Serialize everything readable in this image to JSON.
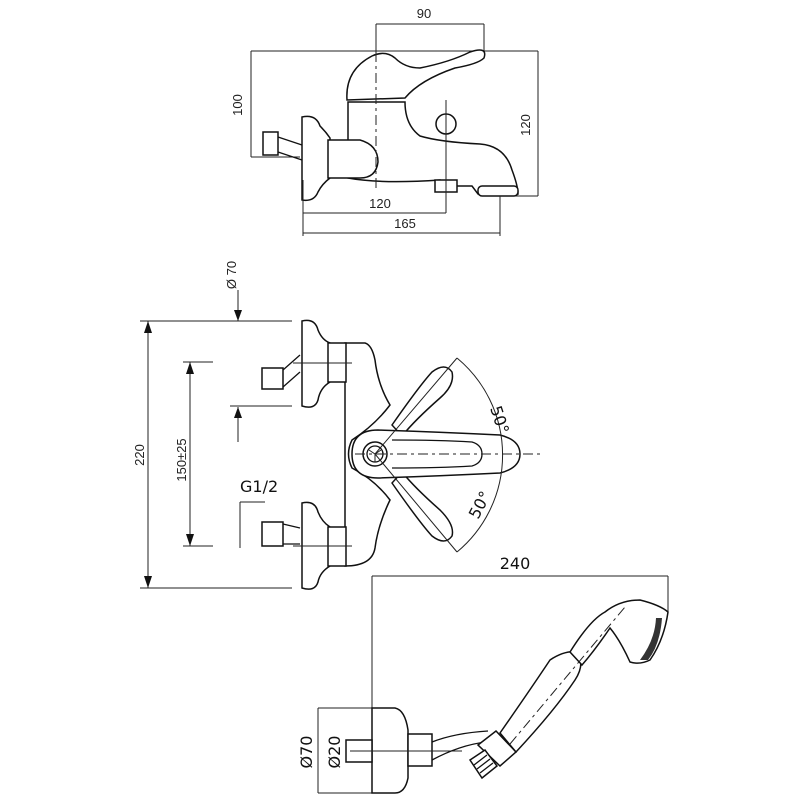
{
  "title": "Bath mixer technical drawing",
  "top_view": {
    "dim_width_lever": "90",
    "dim_height": "100",
    "dim_height_right": "120",
    "dim_spout_axis": "120",
    "dim_total_length": "165"
  },
  "front_view": {
    "dim_flange_diameter": "Ø 70",
    "dim_total_height": "220",
    "dim_inlet_spacing": "150±25",
    "thread_label": "G1/2",
    "angle_upper": "50°",
    "angle_lower": "50°"
  },
  "shower_view": {
    "dim_length": "240",
    "dim_flange_diameter": "Ø70",
    "dim_inner_diameter": "Ø20"
  }
}
